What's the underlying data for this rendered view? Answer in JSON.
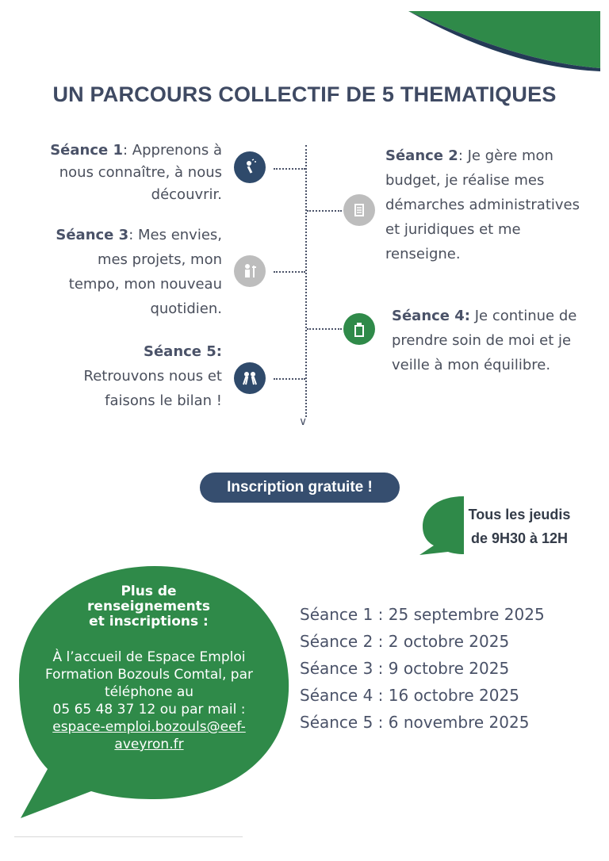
{
  "title": "UN PARCOURS COLLECTIF DE 5 THEMATIQUES",
  "sessions": [
    {
      "label": "Séance 1",
      "sep": ": ",
      "text": "Apprenons à nous connaître, à nous découvrir.",
      "icon": "person-lightbulb-icon"
    },
    {
      "label": "Séance 2",
      "sep": ": ",
      "text": "Je gère mon budget, je réalise mes démarches administratives et juridiques et me renseigne.",
      "icon": "documents-icon"
    },
    {
      "label": "Séance 3",
      "sep": ": ",
      "text": "Mes envies, mes projets, mon tempo, mon nouveau quotidien.",
      "icon": "person-signpost-icon"
    },
    {
      "label": "Séance 4:",
      "sep": " ",
      "text": "Je continue de prendre soin de moi et je veille à mon équilibre.",
      "icon": "health-jar-icon"
    },
    {
      "label": "Séance 5:",
      "sep": "",
      "text": "Retrouvons nous et faisons le bilan !",
      "icon": "group-people-icon"
    }
  ],
  "registration": {
    "pill": "Inscription gratuite !",
    "schedule_line1": "Tous les jeudis",
    "schedule_line2": "de 9H30 à 12H"
  },
  "info": {
    "head_line1": "Plus de",
    "head_line2": "renseignements",
    "head_line3": "et inscriptions :",
    "body_line1": "À l’accueil de Espace Emploi",
    "body_line2": "Formation Bozouls Comtal, par",
    "body_line3": "téléphone au",
    "body_line4": "05 65 48 37 12 ou par mail :",
    "email_line1": "espace-emploi.bozouls@eef-",
    "email_line2": "aveyron.fr"
  },
  "dates": [
    "Séance 1 : 25 septembre 2025",
    "Séance 2 : 2 octobre 2025",
    "Séance 3 : 9 octobre 2025",
    "Séance 4 : 16 octobre 2025",
    "Séance 5 : 6 novembre 2025"
  ],
  "colors": {
    "navy": "#2f4a6b",
    "green": "#2f8a49",
    "grey": "#bdbdbd",
    "pill": "#364e6f"
  }
}
